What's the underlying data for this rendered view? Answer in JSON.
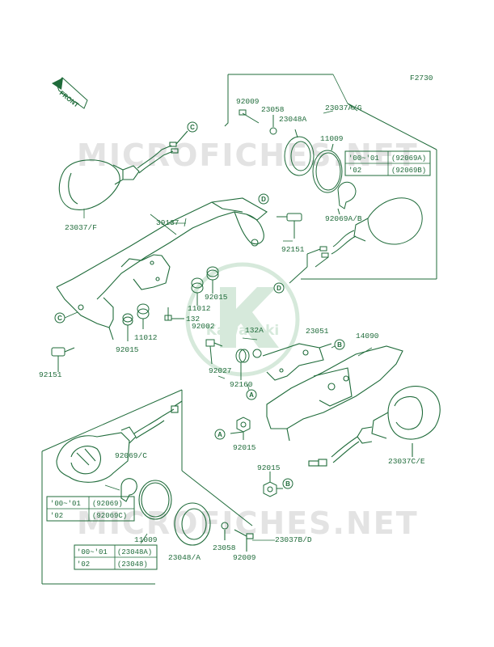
{
  "figure_code": "F2730",
  "front_arrow": "FRONT",
  "watermark": "MICROFICHES.NET",
  "logo_text": "Kawasaki",
  "callouts": [
    "C",
    "D",
    "A",
    "B"
  ],
  "part_labels": {
    "p23037F": "23037/F",
    "p39137": "39137",
    "p92151_top": "92151",
    "p92151_bottom": "92151",
    "p92009_top": "92009",
    "p23058_top": "23058",
    "p23048A_top": "23048A",
    "p23037AG": "23037A/G",
    "p11009_top": "11009",
    "p92069AB": "92069A/B",
    "p92015_a": "92015",
    "p11012_a": "11012",
    "p132": "132",
    "p92002": "92002",
    "p11012_b": "11012",
    "p92015_b": "92015",
    "p132A": "132A",
    "p23051": "23051",
    "p14090": "14090",
    "p92027": "92027",
    "p92160": "92160",
    "p92015_c": "92015",
    "p23037CE": "23037C/E",
    "p92015_d": "92015",
    "p92069C": "92069/C",
    "p11009_bottom": "11009",
    "p23048A_bottom": "23048/A",
    "p23058_bottom": "23058",
    "p92009_bottom": "92009",
    "p23037BD": "23037B/D"
  },
  "tables": {
    "top_right": [
      [
        "'00~'01",
        "(92069A)"
      ],
      [
        "'02",
        "(92069B)"
      ]
    ],
    "left_middle": [
      [
        "'00~'01",
        "(92069)"
      ],
      [
        "'02",
        "(92069C)"
      ]
    ],
    "left_bottom": [
      [
        "'00~'01",
        "(23048A)"
      ],
      [
        "'02",
        "(23048)"
      ]
    ]
  },
  "colors": {
    "ink": "#1f6b3a",
    "watermark": "#e3e3e3",
    "logo": "#d6e9db"
  }
}
